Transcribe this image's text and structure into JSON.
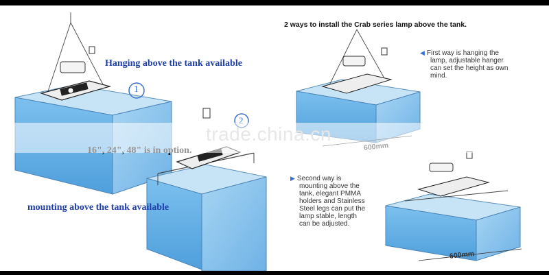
{
  "title": "2 ways to install the Crab series lamp above the tank.",
  "labels": {
    "hanging": "Hanging above the tank available",
    "option": "16\", 24\", 48\" is in option.",
    "mounting": "mounting above the tank available",
    "step1": "1",
    "step2": "2"
  },
  "notes": {
    "first": [
      "First way is hanging the",
      "lamp,  adjustable hanger",
      "can set the height as own",
      "mind."
    ],
    "second": [
      "Second way is",
      "mounting above the",
      "tank,  elegant PMMA",
      "holders and Stainless",
      "Steel legs can put the",
      "lamp stable,  length",
      "can be adjusted."
    ]
  },
  "dimensions": {
    "top_right": "600mm",
    "bottom_right": "600mm"
  },
  "watermark": "trade.china.cn",
  "colors": {
    "water_front": "#5aa7e0",
    "water_top": "#bfe0f5",
    "water_side": "#86c1ea",
    "label_blue": "#1f3fa8"
  }
}
